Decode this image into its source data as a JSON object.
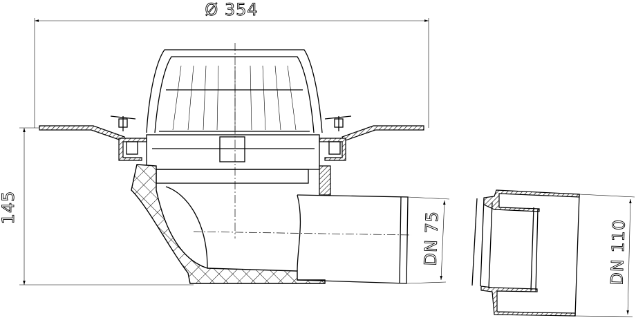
{
  "drawing": {
    "dimensions": {
      "diameter": "Ø 354",
      "height": "145",
      "outlet": "DN 75",
      "adapter": "DN 110"
    }
  }
}
